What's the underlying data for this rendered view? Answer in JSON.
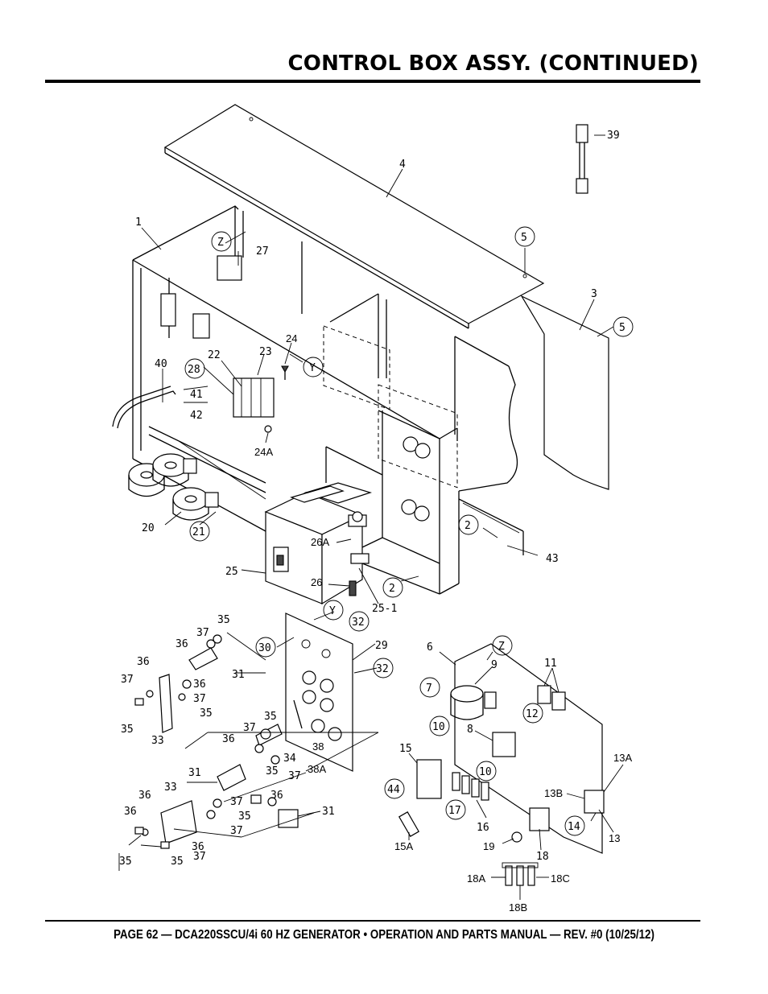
{
  "header": {
    "title": "CONTROL BOX ASSY. (CONTINUED)"
  },
  "footer": {
    "text": "PAGE 62 — DCA220SSCU/4i 60 HZ GENERATOR • OPERATION AND PARTS MANUAL — REV. #0 (10/25/12)"
  },
  "diagram": {
    "callouts": [
      "1",
      "4",
      "39",
      "5",
      "3",
      "5",
      "27",
      "Z",
      "24",
      "22",
      "23",
      "Y",
      "28",
      "40",
      "41",
      "42",
      "24A",
      "20",
      "21",
      "26A",
      "25",
      "26",
      "25-1",
      "2",
      "2",
      "43",
      "35",
      "37",
      "36",
      "31",
      "36",
      "37",
      "36",
      "37",
      "35",
      "35",
      "33",
      "Y",
      "32",
      "30",
      "29",
      "32",
      "35",
      "37",
      "36",
      "34",
      "38",
      "38A",
      "31",
      "35",
      "37",
      "36",
      "33",
      "36",
      "37",
      "36",
      "35",
      "31",
      "37",
      "35",
      "35",
      "37",
      "36",
      "6",
      "Z",
      "7",
      "9",
      "11",
      "12",
      "10",
      "8",
      "10",
      "15",
      "44",
      "17",
      "16",
      "13A",
      "13B",
      "14",
      "13",
      "19",
      "18",
      "15A",
      "18A",
      "18B",
      "18C"
    ]
  }
}
